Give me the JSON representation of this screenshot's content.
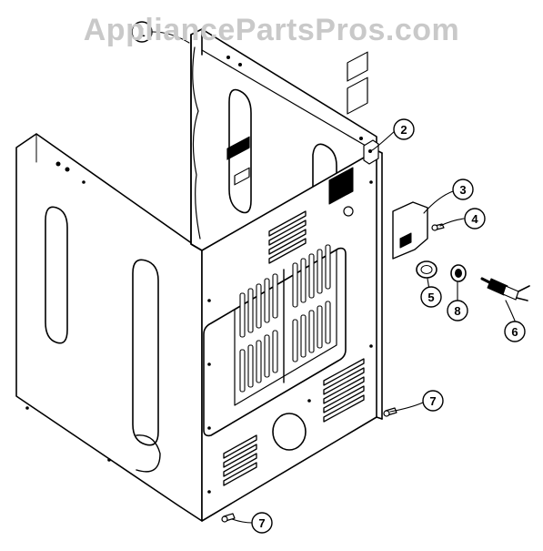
{
  "watermark": "AppliancePartsPros.com",
  "callouts": [
    {
      "id": "1",
      "label": "1"
    },
    {
      "id": "2",
      "label": "2"
    },
    {
      "id": "3",
      "label": "3"
    },
    {
      "id": "4",
      "label": "4"
    },
    {
      "id": "5",
      "label": "5"
    },
    {
      "id": "6",
      "label": "6"
    },
    {
      "id": "7a",
      "label": "7"
    },
    {
      "id": "7b",
      "label": "7"
    },
    {
      "id": "8",
      "label": "8"
    }
  ]
}
